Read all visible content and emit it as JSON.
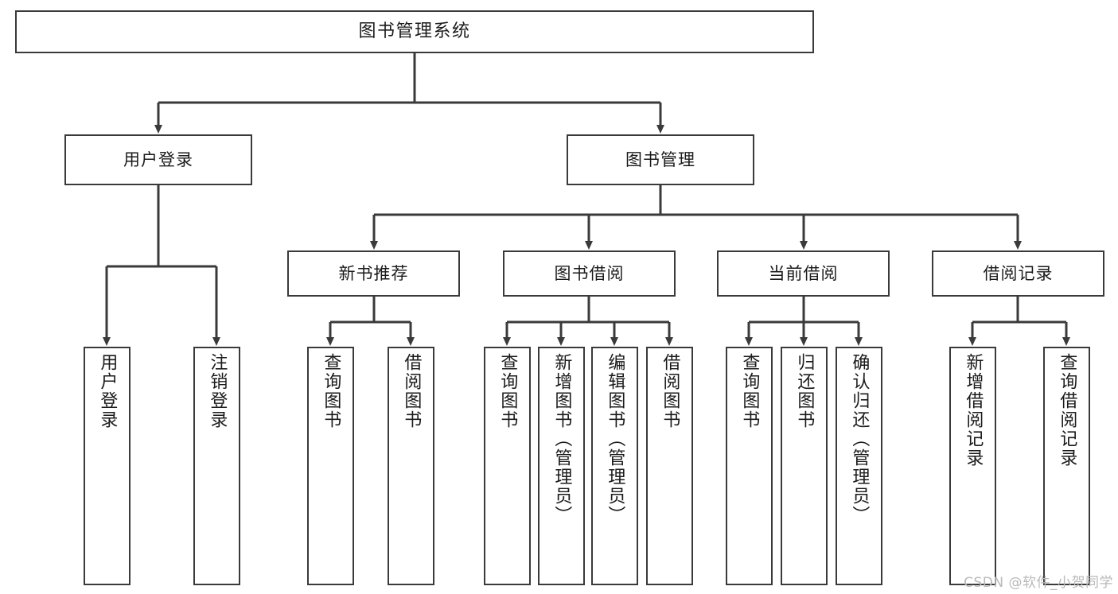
{
  "diagram": {
    "title": "图书管理系统",
    "watermark": "CSDN @软件_小贺同学",
    "colors": {
      "box_border": "#3a3a3a",
      "box_fill": "#ffffff",
      "line": "#3a3a3a",
      "text": "#1b1b1b",
      "watermark": "#b9b9b9",
      "background": "#ffffff"
    },
    "root": {
      "label": "图书管理系统"
    },
    "level2": [
      {
        "label": "用户登录"
      },
      {
        "label": "图书管理"
      }
    ],
    "level3": [
      {
        "label": "新书推荐"
      },
      {
        "label": "图书借阅"
      },
      {
        "label": "当前借阅"
      },
      {
        "label": "借阅记录"
      }
    ],
    "leaves": {
      "user_login": [
        {
          "label": "用户登录"
        },
        {
          "label": "注销登录"
        }
      ],
      "new_book_recommend": [
        {
          "label": "查询图书"
        },
        {
          "label": "借阅图书"
        }
      ],
      "book_borrow": [
        {
          "label": "查询图书"
        },
        {
          "label": "新增图书（管理员）"
        },
        {
          "label": "编辑图书（管理员）"
        },
        {
          "label": "借阅图书"
        }
      ],
      "current_borrow": [
        {
          "label": "查询图书"
        },
        {
          "label": "归还图书"
        },
        {
          "label": "确认归还（管理员）"
        }
      ],
      "borrow_record": [
        {
          "label": "新增借阅记录"
        },
        {
          "label": "查询借阅记录"
        }
      ]
    }
  }
}
